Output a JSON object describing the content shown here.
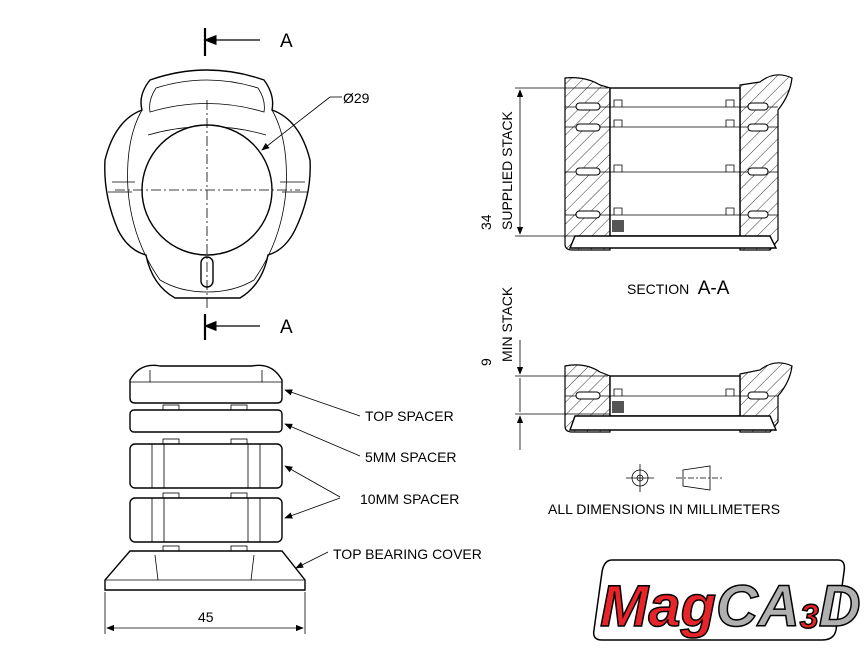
{
  "top_view": {
    "section_letter_top": "A",
    "section_letter_bottom": "A",
    "diameter_label": "Ø29"
  },
  "exploded_view": {
    "labels": {
      "top_spacer": "TOP SPACER",
      "spacer_5mm": "5MM SPACER",
      "spacer_10mm": "10MM SPACER",
      "top_bearing_cover": "TOP BEARING COVER"
    },
    "width_dimension": "45"
  },
  "section_view": {
    "supplied_stack_label": "SUPPLIED STACK",
    "supplied_stack_dimension": "34",
    "title_prefix": "SECTION",
    "title_letters": "A-A",
    "min_stack_label": "MIN STACK",
    "min_stack_dimension": "9"
  },
  "notes": {
    "units": "ALL DIMENSIONS IN MILLIMETERS"
  },
  "logo": {
    "part1": "Mag",
    "part2": "CA",
    "part3": "3",
    "part4": "D"
  }
}
